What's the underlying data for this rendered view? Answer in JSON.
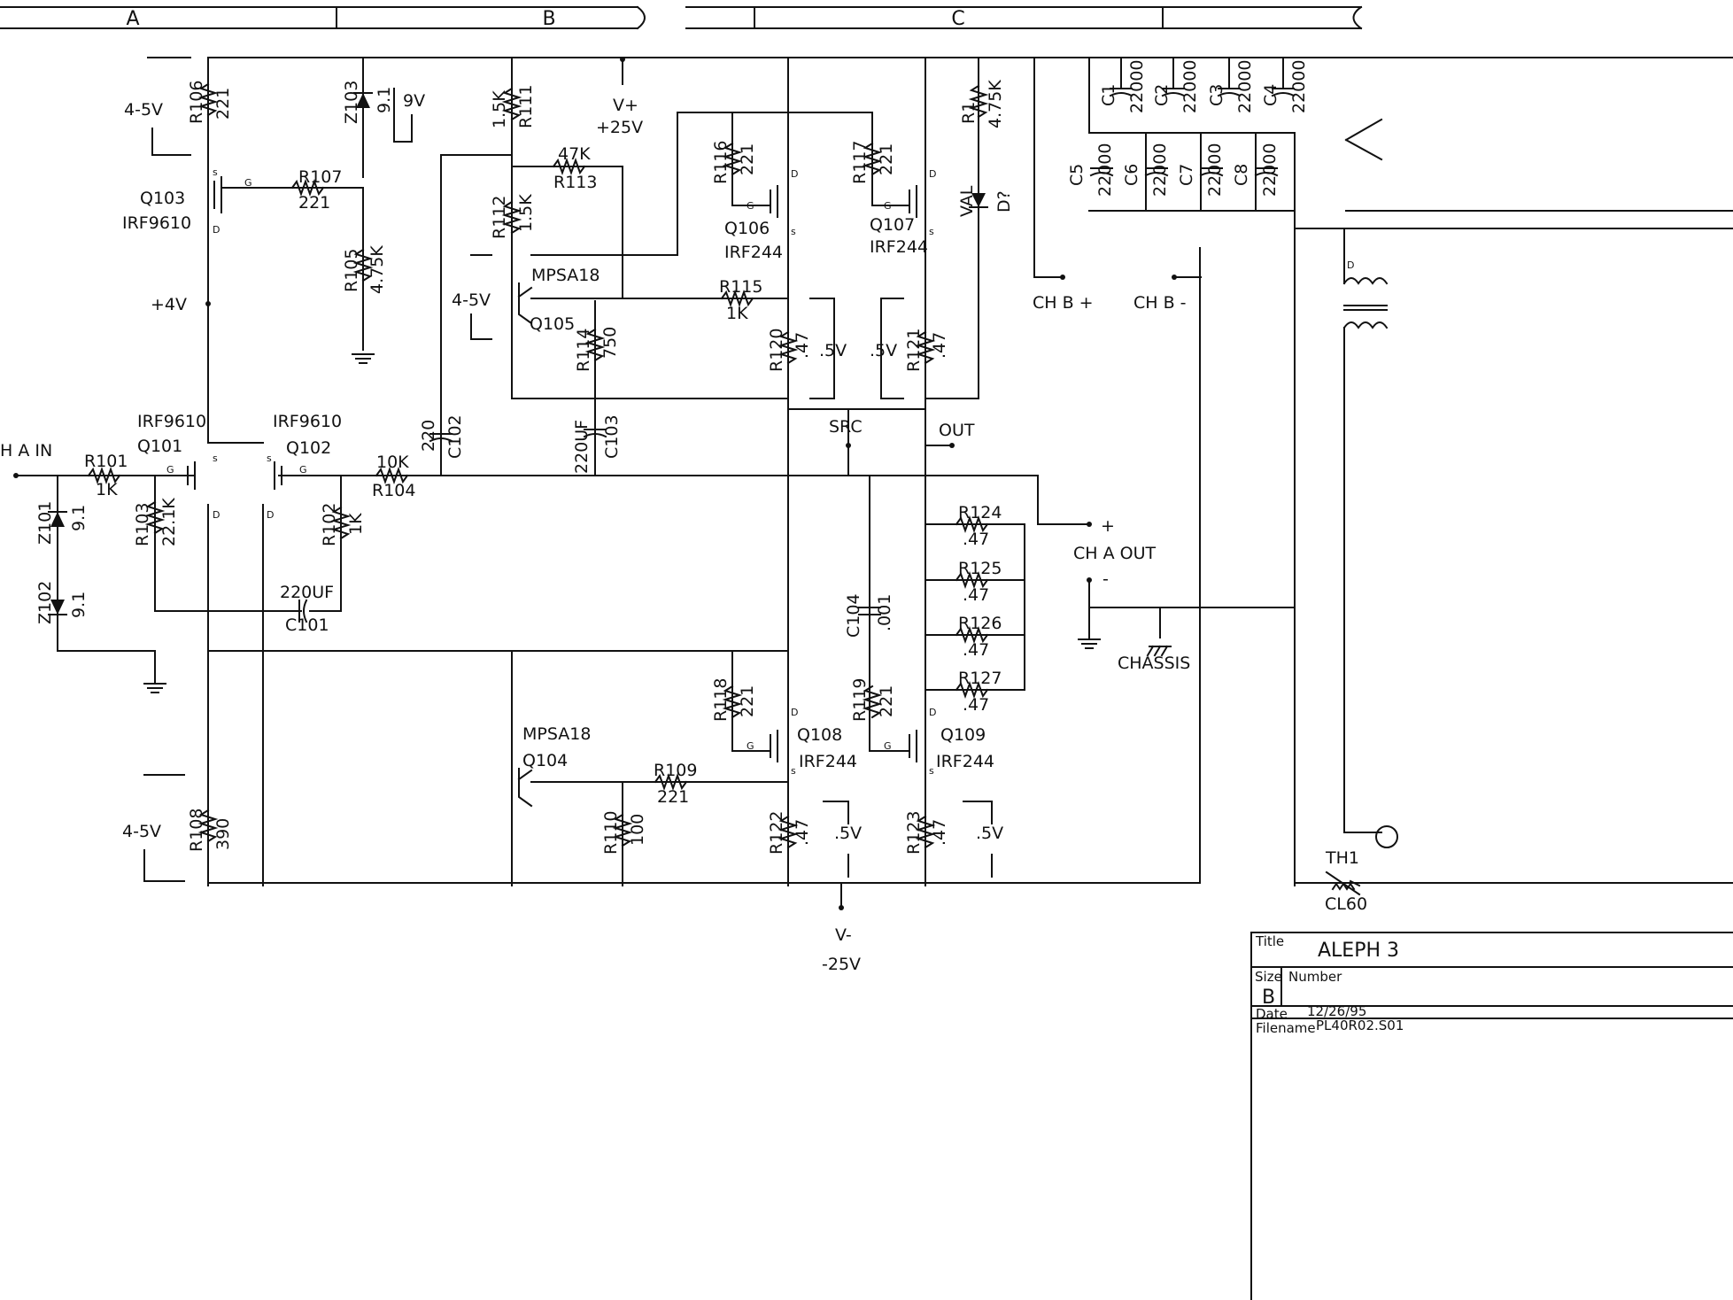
{
  "border": {
    "zones": [
      "A",
      "B",
      "C"
    ]
  },
  "components": {
    "R101": {
      "ref": "R101",
      "value": "1K"
    },
    "R102": {
      "ref": "R102",
      "value": "1K"
    },
    "R103": {
      "ref": "R103",
      "value": "22.1K"
    },
    "R104": {
      "ref": "R104",
      "value": "10K"
    },
    "R105": {
      "ref": "R105",
      "value": "4.75K"
    },
    "R106": {
      "ref": "R106",
      "value": "221"
    },
    "R107": {
      "ref": "R107",
      "value": "221"
    },
    "R108": {
      "ref": "R108",
      "value": "390"
    },
    "R109": {
      "ref": "R109",
      "value": "221"
    },
    "R110": {
      "ref": "R110",
      "value": "100"
    },
    "R111": {
      "ref": "R111",
      "value": "1.5K"
    },
    "R112": {
      "ref": "R112",
      "value": "1.5K"
    },
    "R113": {
      "ref": "R113",
      "value": "47K"
    },
    "R114": {
      "ref": "R114",
      "value": "750"
    },
    "R115": {
      "ref": "R115",
      "value": "1K"
    },
    "R116": {
      "ref": "R116",
      "value": "221"
    },
    "R117": {
      "ref": "R117",
      "value": "221"
    },
    "R118": {
      "ref": "R118",
      "value": "221"
    },
    "R119": {
      "ref": "R119",
      "value": "221"
    },
    "R120": {
      "ref": "R120",
      "value": ".47"
    },
    "R121": {
      "ref": "R121",
      "value": ".47"
    },
    "R122": {
      "ref": "R122",
      "value": ".47"
    },
    "R123": {
      "ref": "R123",
      "value": ".47"
    },
    "R124": {
      "ref": "R124",
      "value": ".47"
    },
    "R125": {
      "ref": "R125",
      "value": ".47"
    },
    "R126": {
      "ref": "R126",
      "value": ".47"
    },
    "R127": {
      "ref": "R127",
      "value": ".47"
    },
    "R1": {
      "ref": "R1",
      "value": "4.75K"
    },
    "C101": {
      "ref": "C101",
      "value": "220UF"
    },
    "C102": {
      "ref": "C102",
      "value": "220"
    },
    "C103": {
      "ref": "C103",
      "value": "220UF"
    },
    "C104": {
      "ref": "C104",
      "value": ".001"
    },
    "C1": {
      "ref": "C1",
      "value": "22000"
    },
    "C2": {
      "ref": "C2",
      "value": "22000"
    },
    "C3": {
      "ref": "C3",
      "value": "22000"
    },
    "C4": {
      "ref": "C4",
      "value": "22000"
    },
    "C5": {
      "ref": "C5",
      "value": "22000"
    },
    "C6": {
      "ref": "C6",
      "value": "22000"
    },
    "C7": {
      "ref": "C7",
      "value": "22000"
    },
    "C8": {
      "ref": "C8",
      "value": "22000"
    },
    "Z101": {
      "ref": "Z101",
      "value": "9.1"
    },
    "Z102": {
      "ref": "Z102",
      "value": "9.1"
    },
    "Z103": {
      "ref": "Z103",
      "value": "9.1"
    },
    "D1": {
      "ref": "D?",
      "value": "VAL"
    },
    "Q101": {
      "ref": "Q101",
      "part": "IRF9610"
    },
    "Q102": {
      "ref": "Q102",
      "part": "IRF9610"
    },
    "Q103": {
      "ref": "Q103",
      "part": "IRF9610"
    },
    "Q104": {
      "ref": "Q104",
      "part": "MPSA18"
    },
    "Q105": {
      "ref": "Q105",
      "part": "MPSA18"
    },
    "Q106": {
      "ref": "Q106",
      "part": "IRF244"
    },
    "Q107": {
      "ref": "Q107",
      "part": "IRF244"
    },
    "Q108": {
      "ref": "Q108",
      "part": "IRF244"
    },
    "Q109": {
      "ref": "Q109",
      "part": "IRF244"
    },
    "TH1": {
      "ref": "TH1",
      "value": "CL60"
    }
  },
  "pins": {
    "s": "s",
    "d": "D",
    "g": "G"
  },
  "nets": {
    "ch_a_in": "H A IN",
    "v_plus": "V+",
    "v_plus_value": "+25V",
    "v_minus": "V-",
    "v_minus_value": "-25V",
    "src": "SRC",
    "out": "OUT",
    "ch_a_out": "CH A OUT",
    "ch_b_plus": "CH B +",
    "ch_b_minus": "CH B -",
    "chassis": "CHASSIS",
    "plus": "+",
    "minus": "-"
  },
  "voltages": {
    "v45_top": "4-5V",
    "v9": "9V",
    "v4": "+4V",
    "v45_mid": "4-5V",
    "v05_a": ".5V",
    "v05_b": ".5V",
    "v45_bot": "4-5V",
    "v05_c": ".5V",
    "v05_d": ".5V"
  },
  "title_block": {
    "title_label": "Title",
    "title": "ALEPH 3",
    "size_label": "Size",
    "size": "B",
    "number_label": "Number",
    "date_label": "Date",
    "date": "12/26/95",
    "filename_label": "Filename",
    "filename": "PL40R02.S01"
  }
}
